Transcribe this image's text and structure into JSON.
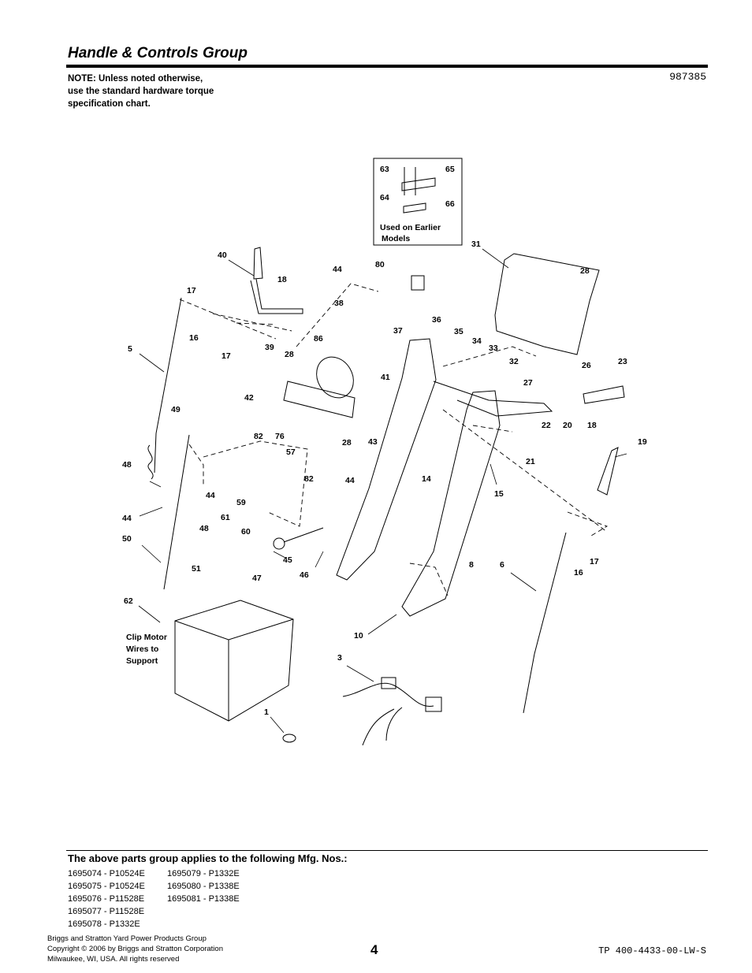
{
  "header": {
    "title": "Handle & Controls Group",
    "note_lines": [
      "NOTE: Unless noted otherwise,",
      "use the standard hardware torque",
      "specification chart."
    ],
    "doc_number": "987385"
  },
  "diagram": {
    "inset": {
      "labels": [
        "63",
        "65",
        "64",
        "66"
      ],
      "caption_lines": [
        "Used on Earlier",
        "Models"
      ]
    },
    "clip_note_lines": [
      "Clip Motor",
      "Wires to",
      "Support"
    ],
    "callouts": [
      "40",
      "44",
      "80",
      "31",
      "28",
      "18",
      "38",
      "17",
      "16",
      "17",
      "39",
      "28",
      "86",
      "37",
      "36",
      "35",
      "34",
      "33",
      "32",
      "27",
      "26",
      "23",
      "5",
      "42",
      "41",
      "49",
      "82",
      "76",
      "28",
      "43",
      "22",
      "20",
      "18",
      "19",
      "57",
      "21",
      "48",
      "82",
      "44",
      "14",
      "15",
      "44",
      "59",
      "61",
      "60",
      "48",
      "44",
      "50",
      "45",
      "47",
      "46",
      "51",
      "8",
      "6",
      "16",
      "17",
      "62",
      "10",
      "3",
      "1"
    ]
  },
  "applies": {
    "heading": "The above parts group applies to the following Mfg. Nos.:",
    "left_col": [
      "1695074 - P10524E",
      "1695075 - P10524E",
      "1695076 - P11528E",
      "1695077 - P11528E",
      "1695078 - P1332E"
    ],
    "right_col": [
      "1695079 - P1332E",
      "1695080 - P1338E",
      "1695081 - P1338E"
    ]
  },
  "footer": {
    "lines": [
      "Briggs and Stratton Yard Power Products Group",
      "Copyright ©  2006 by Briggs and Stratton Corporation",
      "Milwaukee, WI, USA. All rights reserved"
    ],
    "page_number": "4",
    "tp_code": "TP 400-4433-00-LW-S"
  }
}
